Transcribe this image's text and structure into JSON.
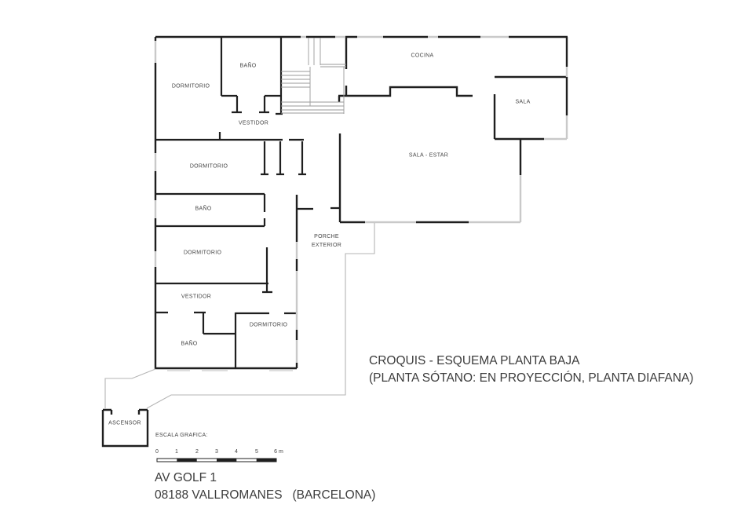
{
  "canvas": {
    "background": "#ffffff",
    "wall_color": "#1f1f1f",
    "window_color": "#c9c9c9",
    "projection_color": "#b5b5b5",
    "text_color": "#3c3c3c"
  },
  "plan": {
    "rooms": [
      {
        "label": "DORMITORIO"
      },
      {
        "label": "BAÑO"
      },
      {
        "label": "VESTIDOR"
      },
      {
        "label": "COCINA"
      },
      {
        "label": "SALA"
      },
      {
        "label": "SALA - ESTAR"
      },
      {
        "label": "DORMITORIO"
      },
      {
        "label": "BAÑO"
      },
      {
        "label": "DORMITORIO"
      },
      {
        "label": "VESTIDOR"
      },
      {
        "label": "DORMITORIO"
      },
      {
        "label": "BAÑO"
      },
      {
        "label": "PORCHE EXTERIOR"
      },
      {
        "label": "ASCENSOR"
      }
    ]
  },
  "annotations": {
    "title_line1": "CROQUIS - ESQUEMA PLANTA BAJA",
    "title_line2": "(PLANTA SÓTANO: EN PROYECCIÓN, PLANTA DIAFANA)",
    "address_line1": "AV GOLF 1",
    "address_line2": "08188 VALLROMANES   (BARCELONA)",
    "scale_heading": "ESCALA GRAFICA:",
    "scale_ticks": [
      "0",
      "1",
      "2",
      "3",
      "4",
      "5",
      "6 m"
    ]
  }
}
